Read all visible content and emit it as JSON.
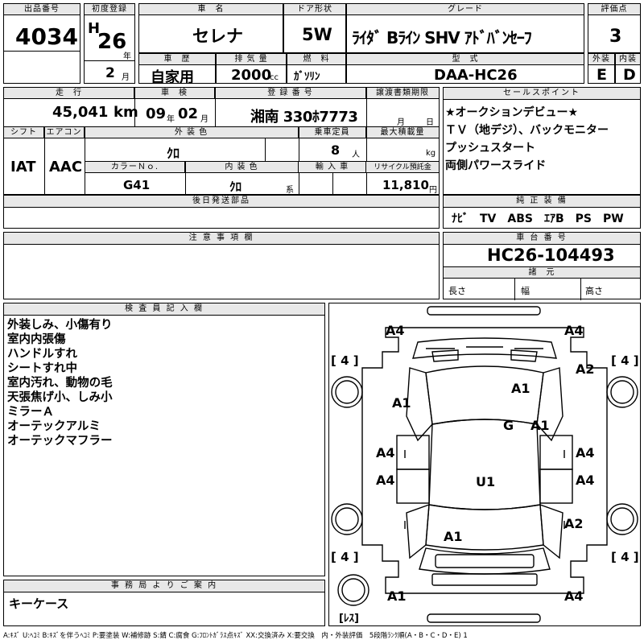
{
  "header": {
    "lot_no_label": "出品番号",
    "lot_no": "4034",
    "first_reg_label": "初度登録",
    "era": "H",
    "year": "26",
    "year_unit": "年",
    "month": "2",
    "month_unit": "月",
    "car_name_label": "車　名",
    "car_name": "セレナ",
    "door_label": "ドア形状",
    "door": "5W",
    "grade_label": "グレード",
    "grade": "ﾗｲﾀﾞ Bﾗｲﾝ SHV ｱﾄﾞﾊﾞﾝｾｰﾌ",
    "score_label": "評価点",
    "score": "3",
    "history_label": "車　歴",
    "history": "自家用",
    "displacement_label": "排 気 量",
    "displacement": "2000",
    "displacement_unit": "cc",
    "fuel_label": "燃　料",
    "fuel": "ｶﾞｿﾘﾝ",
    "model_label": "型　式",
    "model": "DAA-HC26",
    "exterior_label": "外装",
    "exterior": "E",
    "interior_label": "内装",
    "interior": "D"
  },
  "row2": {
    "mileage_label": "走　行",
    "mileage": "45,041",
    "mileage_unit": "km",
    "inspection_label": "車　検",
    "inspection_year": "09",
    "inspection_year_unit": "年",
    "inspection_month": "02",
    "inspection_month_unit": "月",
    "plate_label": "登 録 番 号",
    "plate": "湘南 330ﾎ7773",
    "transfer_label": "譲渡書類期限",
    "transfer_month_unit": "月",
    "transfer_day_unit": "日",
    "shift_label": "シフト",
    "shift": "IAT",
    "ac_label": "エアコン",
    "ac": "AAC",
    "ext_color_label": "外 装 色",
    "ext_color": "ｸﾛ",
    "capacity_label": "乗車定員",
    "capacity": "8",
    "capacity_unit": "人",
    "maxload_label": "最大積載量",
    "maxload_unit": "kg",
    "color_no_label": "カラーＮｏ.",
    "color_no": "G41",
    "int_color_label": "内 装 色",
    "int_color": "ｸﾛ",
    "int_color_unit": "系",
    "import_label": "輸 入 車",
    "recycle_label": "リサイクル預託金",
    "recycle": "11,810",
    "recycle_unit": "円"
  },
  "sales_points": {
    "label": "セールスポイント",
    "items": [
      "★オークションデビュー★",
      "ＴＶ（地デジ）、バックモニター",
      "プッシュスタート",
      "両側パワースライド"
    ]
  },
  "later_parts": {
    "label": "後日発送部品"
  },
  "equipment": {
    "label": "純 正 装 備",
    "value": "ﾅﾋﾞ　TV　ABS　ｴｱB　PS　PW"
  },
  "notes": {
    "label": "注 意 事 項 欄"
  },
  "chassis": {
    "label": "車 台 番 号",
    "value": "HC26-104493",
    "spec_label": "諸　元",
    "length": "長さ",
    "width": "幅",
    "height": "高さ"
  },
  "inspector": {
    "label": "検 査 員 記 入 欄",
    "lines": [
      "外装しみ、小傷有り",
      "室内内張傷",
      "ハンドルすれ",
      "シートすれ中",
      "室内汚れ、動物の毛",
      "天張焦げ小、しみ小",
      "ミラーＡ",
      "オーテックアルミ",
      "オーテックマフラー"
    ]
  },
  "office": {
    "label": "事 務 局 よ り ご 案 内",
    "value": "キーケース"
  },
  "diagram": {
    "marks": {
      "a4_tl": "A4",
      "a4_tr": "A4",
      "a2_r": "A2",
      "a1_hood": "A1",
      "a1_left": "A1",
      "g": "G",
      "a1_ws": "A1",
      "a4_l1": "A4",
      "a4_r1": "A4",
      "a4_l2": "A4",
      "a4_r2": "A4",
      "u1": "U1",
      "a2_r2": "A2",
      "a1_rear": "A1",
      "a1_bl": "A1",
      "a4_br": "A4",
      "tire_tl": "[ 4 ]",
      "tire_tr": "[ 4 ]",
      "tire_bl": "[ 4 ]",
      "tire_br": "[ 4 ]",
      "spare": "[ﾚｽ]"
    }
  },
  "legend": "A:ｷｽﾞ U:ﾍｺﾐ B:ｷｽﾞを伴うﾍｺﾐ P:要塗装 W:補修跡 S:錆 C:腐食 G:ﾌﾛﾝﾄｶﾞﾗｽ点ｷｽﾞ XX:交換済み X:要交換　内・外装評価　5段階ﾗﾝｸ順(A・B・C・D・E) 1"
}
